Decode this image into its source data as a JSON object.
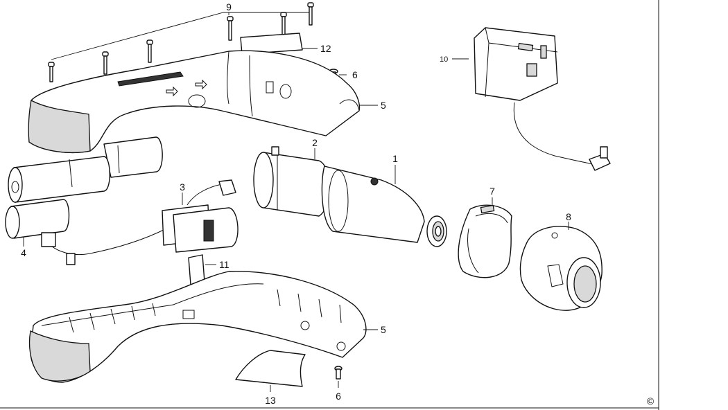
{
  "callouts": {
    "c1": "1",
    "c2": "2",
    "c3": "3",
    "c4": "4",
    "c5a": "5",
    "c5b": "5",
    "c6a": "6",
    "c6b": "6",
    "c7": "7",
    "c8": "8",
    "c9": "9",
    "c10": "10",
    "c11": "11",
    "c12": "12",
    "c13": "13"
  },
  "copyright_mark": "©",
  "colors": {
    "line": "#111111",
    "shade": "#d9d9d9",
    "background": "#ffffff"
  }
}
